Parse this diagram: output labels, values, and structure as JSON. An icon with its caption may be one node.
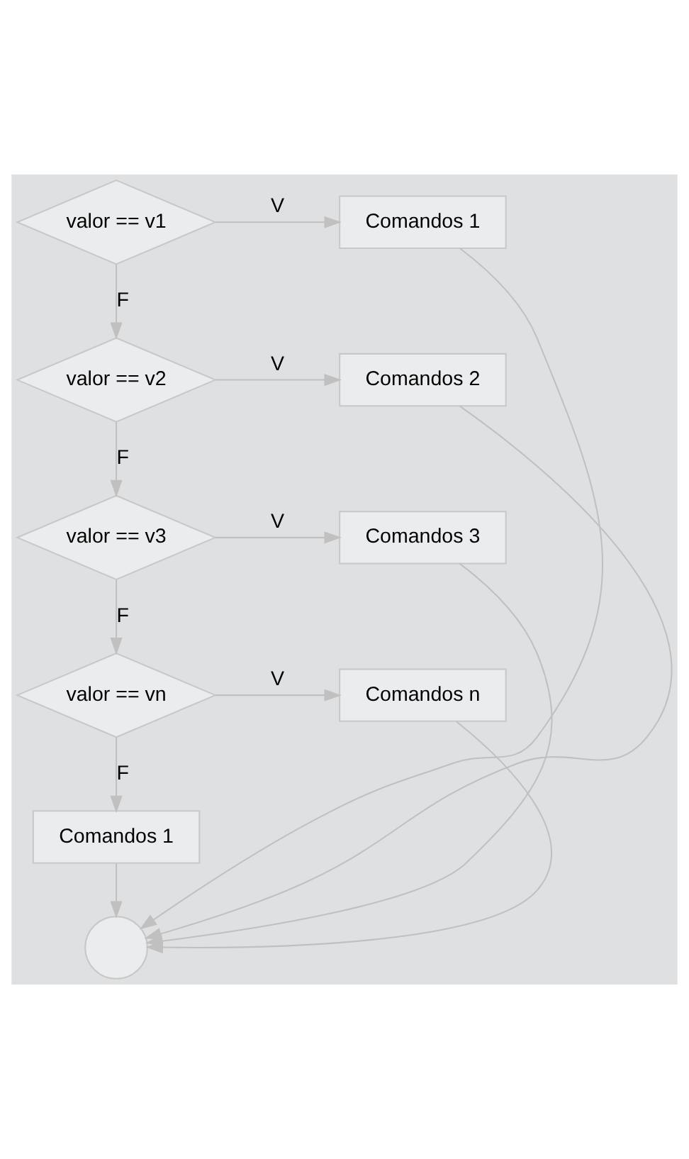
{
  "diagram": {
    "nodes": [
      {
        "text": [
          "valor == v1"
        ]
      },
      {
        "text": [
          "Comandos 1"
        ]
      },
      {
        "text": [
          "valor == v2"
        ]
      },
      {
        "text": [
          "Comandos 2"
        ]
      },
      {
        "text": [
          "valor == v3"
        ]
      },
      {
        "text": [
          "Comandos 3"
        ]
      },
      {
        "text": [
          "valor == vn"
        ]
      },
      {
        "text": [
          "Comandos n"
        ]
      },
      {
        "text": [
          "Comandos 1"
        ]
      },
      {
        "text": [],
        "shape": "circle"
      }
    ],
    "edges": [
      {
        "from": 0,
        "to": 1,
        "arrow": "to",
        "label": "V"
      },
      {
        "from": 0,
        "to": 2,
        "arrow": "to",
        "label": "F"
      },
      {
        "from": 2,
        "to": 3,
        "arrow": "to",
        "label": "V"
      },
      {
        "from": 2,
        "to": 4,
        "arrow": "to",
        "label": "F"
      },
      {
        "from": 4,
        "to": 5,
        "arrow": "to",
        "label": "V"
      },
      {
        "from": 4,
        "to": 6,
        "arrow": "to",
        "label": "F"
      },
      {
        "from": 6,
        "to": 7,
        "arrow": "to",
        "label": "V"
      },
      {
        "from": 6,
        "to": 8,
        "arrow": "to",
        "label": "F"
      },
      {
        "from": 1,
        "to": 9,
        "arrow": "to"
      },
      {
        "from": 3,
        "to": 9,
        "arrow": "to"
      },
      {
        "from": 5,
        "to": 9,
        "arrow": "to"
      },
      {
        "from": 7,
        "to": 9,
        "arrow": "to"
      },
      {
        "from": 8,
        "to": 9,
        "arrow": "to"
      }
    ]
  }
}
